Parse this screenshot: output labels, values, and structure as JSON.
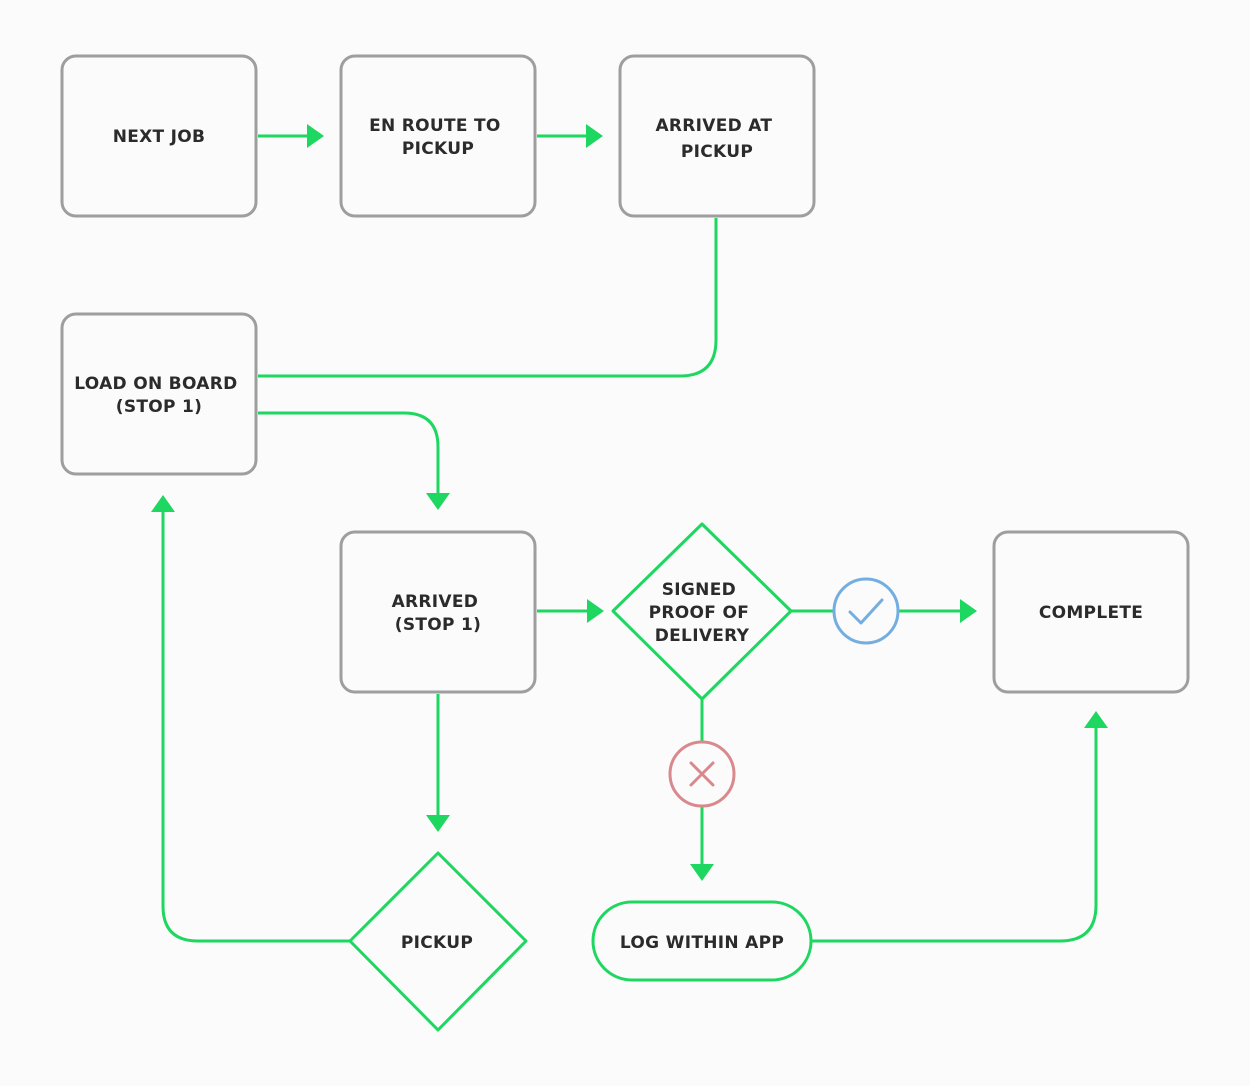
{
  "colors": {
    "background": "#fbfbfb",
    "box_stroke": "#9e9e9e",
    "flow_green": "#1ed760",
    "success_blue": "#74aee0",
    "fail_red": "#d9898e",
    "text": "#2b2b2b"
  },
  "nodes": {
    "next_job": {
      "lines": [
        "NEXT JOB"
      ]
    },
    "en_route": {
      "lines": [
        "EN ROUTE TO",
        "PICKUP"
      ]
    },
    "arrived_pickup": {
      "lines": [
        "ARRIVED AT",
        "PICKUP"
      ]
    },
    "load_on_board": {
      "lines": [
        "LOAD ON BOARD",
        "(STOP 1)"
      ]
    },
    "arrived_stop": {
      "lines": [
        "ARRIVED",
        "(STOP 1)"
      ]
    },
    "signed_pod": {
      "lines": [
        "SIGNED",
        "PROOF OF",
        "DELIVERY"
      ]
    },
    "complete": {
      "lines": [
        "COMPLETE"
      ]
    },
    "pickup": {
      "lines": [
        "PICKUP"
      ]
    },
    "log_within_app": {
      "lines": [
        "LOG WITHIN APP"
      ]
    }
  },
  "icons": {
    "success": "check-icon",
    "failure": "cross-icon"
  }
}
